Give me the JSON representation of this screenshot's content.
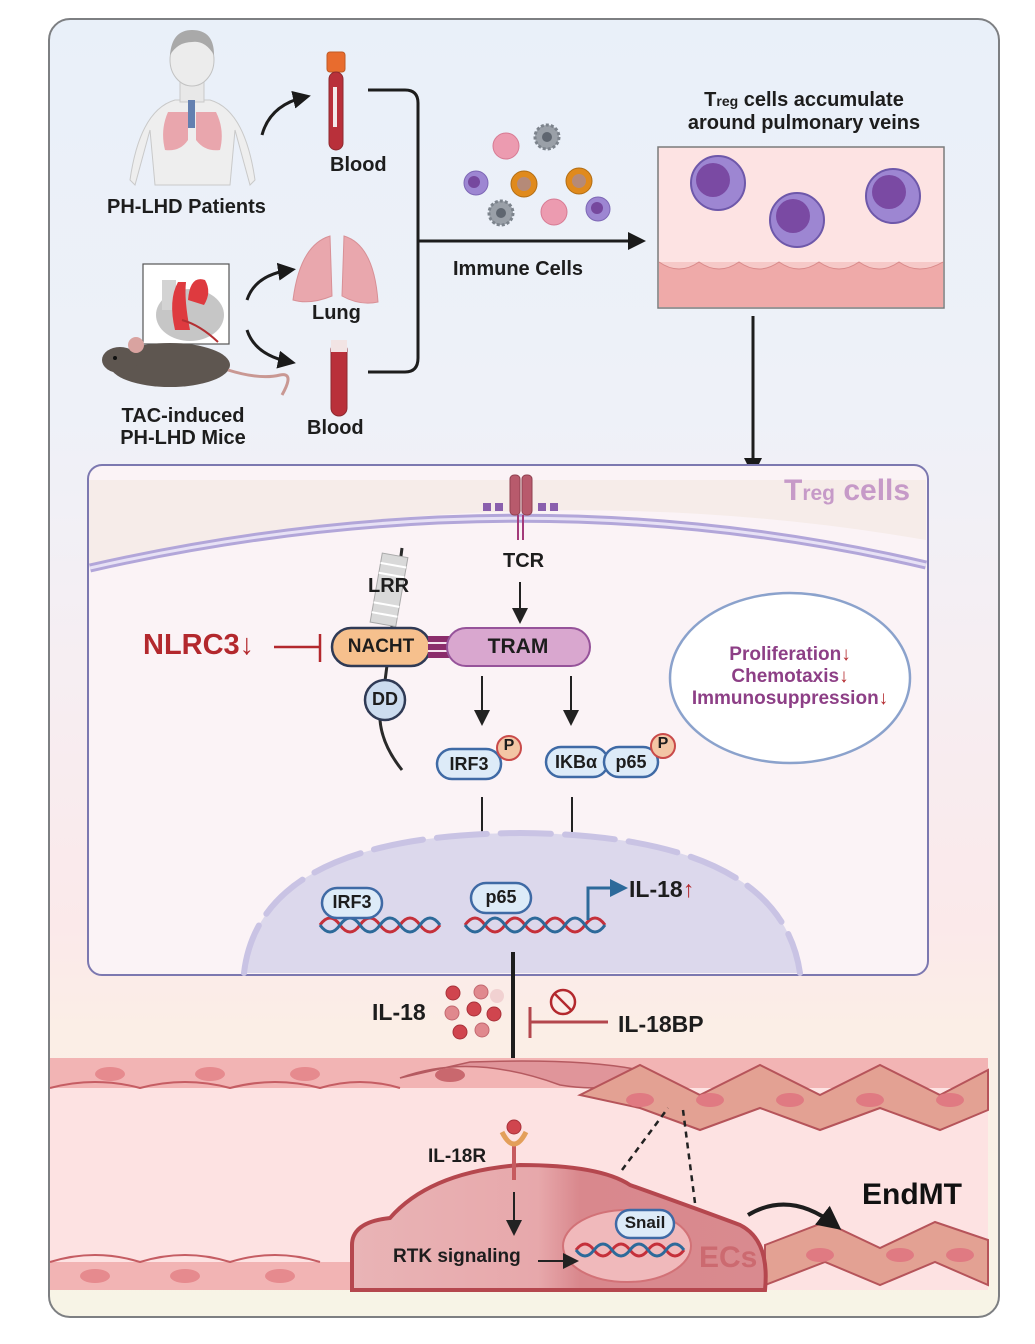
{
  "sources": {
    "patients_label": "PH-LHD Patients",
    "patients_sample": "Blood",
    "mice_label_line1": "TAC-induced",
    "mice_label_line2": "PH-LHD Mice",
    "mice_sample_lung": "Lung",
    "mice_sample_blood": "Blood",
    "immune_cells_label": "Immune Cells"
  },
  "treg_accumulation": {
    "title_prefix": "T",
    "title_sub": "reg",
    "title_line1_rest": " cells accumulate",
    "title_line2": "around pulmonary veins"
  },
  "treg_cell_panel": {
    "title_prefix": "T",
    "title_sub": "reg",
    "title_rest": " cells",
    "tcr_label": "TCR",
    "lrr_label": "LRR",
    "nacht_label": "NACHT",
    "dd_label": "DD",
    "tram_label": "TRAM",
    "nlrc3_label": "NLRC3",
    "nlrc3_change": "↓",
    "irf3_label": "IRF3",
    "ikba_label": "IKBα",
    "p65_label": "p65",
    "phospho_label": "P",
    "effects": [
      {
        "label": "Proliferation",
        "change": "↓"
      },
      {
        "label": "Chemotaxis",
        "change": "↓"
      },
      {
        "label": "Immunosuppression",
        "change": "↓"
      }
    ],
    "nucleus": {
      "irf3_label": "IRF3",
      "p65_label": "p65",
      "gene_label": "IL-18",
      "gene_change": "↑"
    }
  },
  "secretion": {
    "il18_label": "IL-18",
    "inhibitor_label": "IL-18BP"
  },
  "endothelium": {
    "receptor_label": "IL-18R",
    "signaling_label": "RTK signaling",
    "snail_label": "Snail",
    "ec_label": "ECs",
    "outcome_label": "EndMT"
  },
  "colors": {
    "accent_red": "#b3282d",
    "treg_purple": "#8e5aa8",
    "effect_text": "#8d3f86",
    "nacht_fill": "#f6c08d",
    "tram_fill": "#d9a7cf",
    "protein_fill": "#ddebf8",
    "protein_stroke": "#3f6aa5"
  }
}
